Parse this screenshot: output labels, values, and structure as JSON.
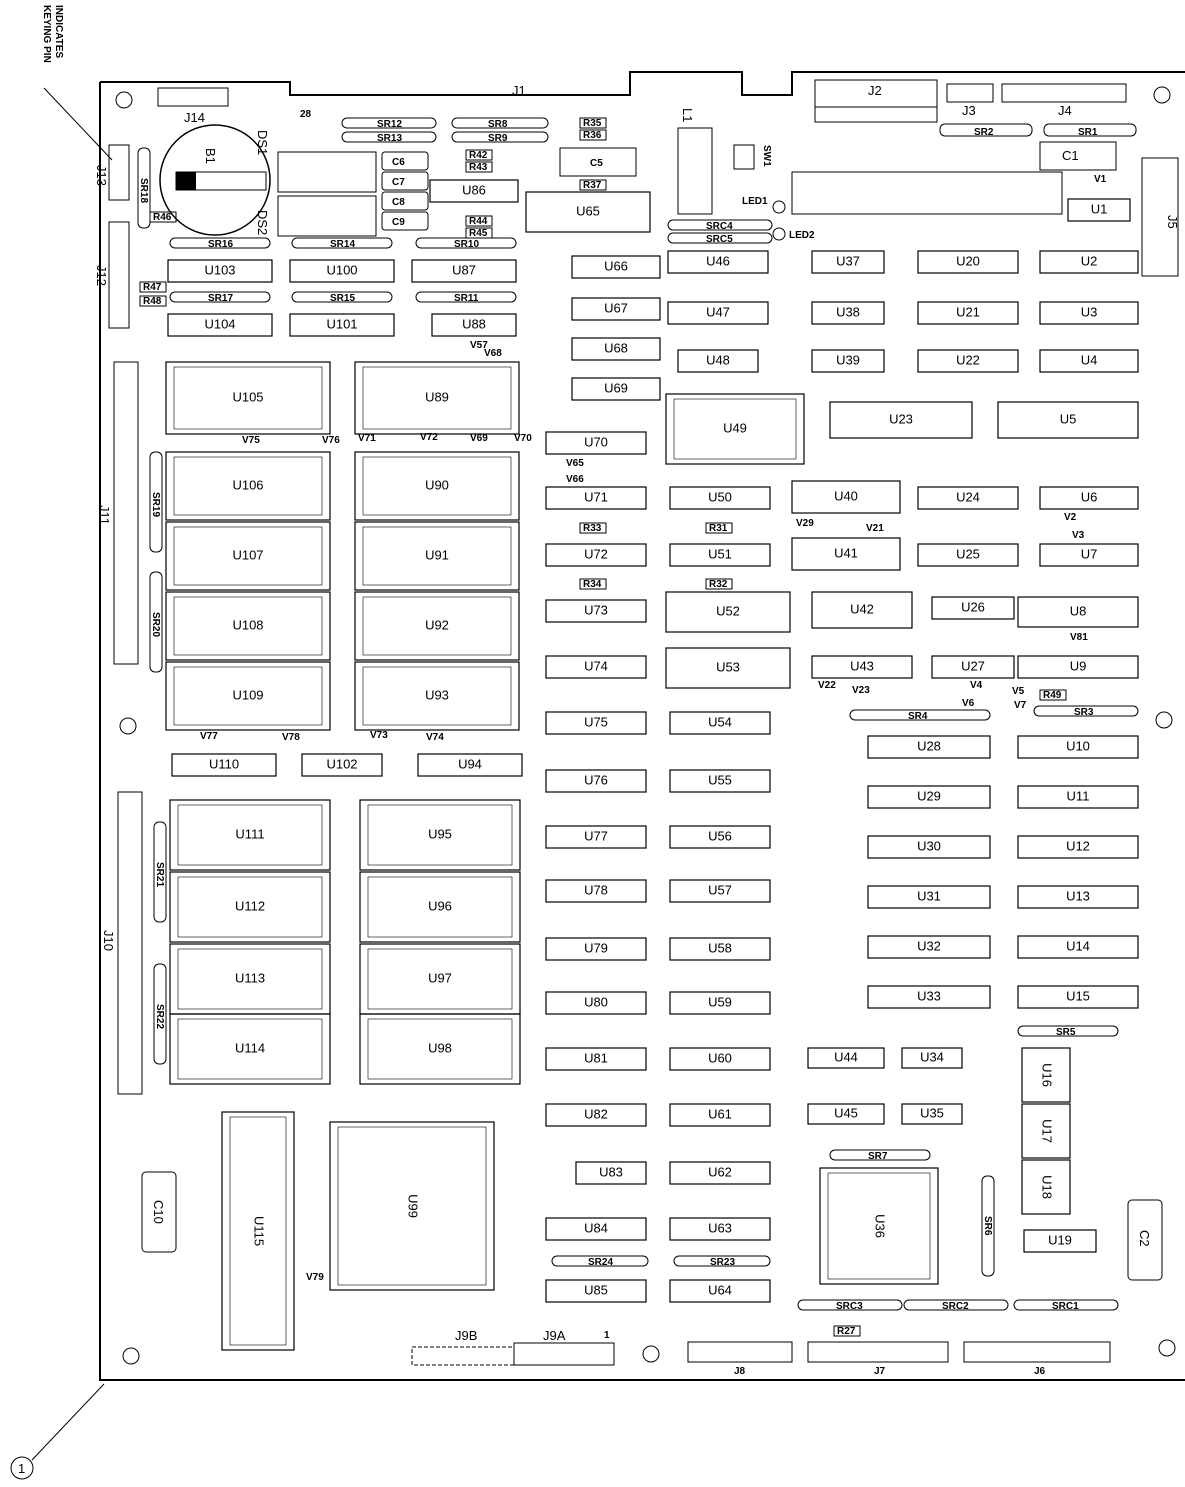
{
  "note": {
    "line1": "INDICATES",
    "line2": "KEYING PIN"
  },
  "callout": "1",
  "connectors": {
    "J1": "J1",
    "J2": "J2",
    "J3": "J3",
    "J4": "J4",
    "J5": "J5",
    "J6": "J6",
    "J7": "J7",
    "J8": "J8",
    "J9A": "J9A",
    "J9B": "J9B",
    "J10": "J10",
    "J11": "J11",
    "J12": "J12",
    "J13": "J13",
    "J14": "J14"
  },
  "misc": {
    "B1": "B1",
    "DS1": "DS1",
    "DS2": "DS2",
    "SW1": "SW1",
    "L1": "L1",
    "LED1": "LED1",
    "LED2": "LED2",
    "pin28": "28",
    "pin1": "1"
  },
  "caps": {
    "C1": "C1",
    "C2": "C2",
    "C5": "C5",
    "C6": "C6",
    "C7": "C7",
    "C8": "C8",
    "C9": "C9",
    "C10": "C10"
  },
  "resistors": [
    "R35",
    "R36",
    "R37",
    "R42",
    "R43",
    "R44",
    "R45",
    "R33",
    "R31",
    "R34",
    "R32",
    "R46",
    "R47",
    "R48",
    "R49",
    "R27"
  ],
  "srs": [
    "SR12",
    "SR13",
    "SR8",
    "SR9",
    "SR2",
    "SR1",
    "SR16",
    "SR14",
    "SR10",
    "SR17",
    "SR15",
    "SR11",
    "SR4",
    "SR3",
    "SR5",
    "SR7",
    "SR24",
    "SR23",
    "SR18",
    "SR19",
    "SR20",
    "SR21",
    "SR22",
    "SR6"
  ],
  "srcs": [
    "SRC4",
    "SRC5",
    "SRC3",
    "SRC2",
    "SRC1"
  ],
  "vs": [
    "V1",
    "V2",
    "V3",
    "V4",
    "V5",
    "V6",
    "V7",
    "V21",
    "V22",
    "V23",
    "V29",
    "V57",
    "V66",
    "V65",
    "V71",
    "V72",
    "V75",
    "V76",
    "V77",
    "V78",
    "V73",
    "V74",
    "V81",
    "V79",
    "V68",
    "V69",
    "V70"
  ],
  "chips": {
    "U1": "U1",
    "U2": "U2",
    "U3": "U3",
    "U4": "U4",
    "U5": "U5",
    "U6": "U6",
    "U7": "U7",
    "U8": "U8",
    "U9": "U9",
    "U10": "U10",
    "U11": "U11",
    "U12": "U12",
    "U13": "U13",
    "U14": "U14",
    "U15": "U15",
    "U16": "U16",
    "U17": "U17",
    "U18": "U18",
    "U19": "U19",
    "U20": "U20",
    "U21": "U21",
    "U22": "U22",
    "U23": "U23",
    "U24": "U24",
    "U25": "U25",
    "U26": "U26",
    "U27": "U27",
    "U28": "U28",
    "U29": "U29",
    "U30": "U30",
    "U31": "U31",
    "U32": "U32",
    "U33": "U33",
    "U34": "U34",
    "U35": "U35",
    "U36": "U36",
    "U37": "U37",
    "U38": "U38",
    "U39": "U39",
    "U40": "U40",
    "U41": "U41",
    "U42": "U42",
    "U43": "U43",
    "U44": "U44",
    "U45": "U45",
    "U46": "U46",
    "U47": "U47",
    "U48": "U48",
    "U49": "U49",
    "U50": "U50",
    "U51": "U51",
    "U52": "U52",
    "U53": "U53",
    "U54": "U54",
    "U55": "U55",
    "U56": "U56",
    "U57": "U57",
    "U58": "U58",
    "U59": "U59",
    "U60": "U60",
    "U61": "U61",
    "U62": "U62",
    "U63": "U63",
    "U64": "U64",
    "U65": "U65",
    "U66": "U66",
    "U67": "U67",
    "U68": "U68",
    "U69": "U69",
    "U70": "U70",
    "U71": "U71",
    "U72": "U72",
    "U73": "U73",
    "U74": "U74",
    "U75": "U75",
    "U76": "U76",
    "U77": "U77",
    "U78": "U78",
    "U79": "U79",
    "U80": "U80",
    "U81": "U81",
    "U82": "U82",
    "U83": "U83",
    "U84": "U84",
    "U85": "U85",
    "U86": "U86",
    "U87": "U87",
    "U88": "U88",
    "U89": "U89",
    "U90": "U90",
    "U91": "U91",
    "U92": "U92",
    "U93": "U93",
    "U94": "U94",
    "U95": "U95",
    "U96": "U96",
    "U97": "U97",
    "U98": "U98",
    "U99": "U99",
    "U100": "U100",
    "U101": "U101",
    "U102": "U102",
    "U103": "U103",
    "U104": "U104",
    "U105": "U105",
    "U106": "U106",
    "U107": "U107",
    "U108": "U108",
    "U109": "U109",
    "U110": "U110",
    "U111": "U111",
    "U112": "U112",
    "U113": "U113",
    "U114": "U114",
    "U115": "U115"
  }
}
